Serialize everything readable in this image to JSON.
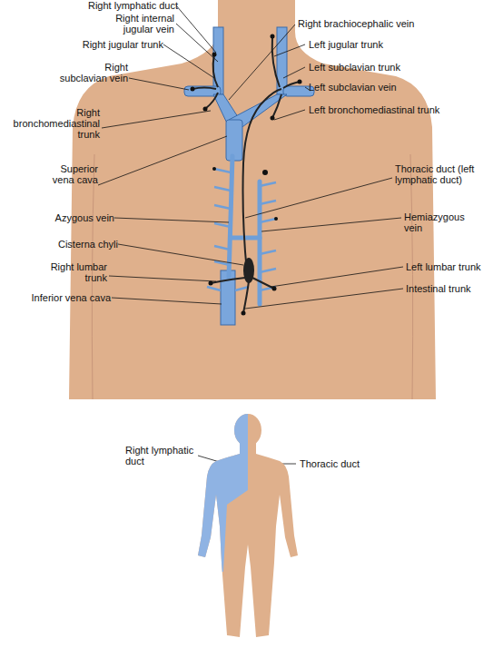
{
  "diagram": {
    "labels": [
      "Right lymphatic duct",
      "Right internal jugular vein",
      "Right jugular trunk",
      "Right subclavian vein",
      "Right bronchomediastinal trunk",
      "Superior vena cava",
      "Azygous vein",
      "Cisterna chyli",
      "Right lumbar trunk",
      "Inferior vena cava",
      "Right brachiocephalic vein",
      "Left jugular trunk",
      "Left subclavian trunk",
      "Left subclavian vein",
      "Left bronchomediastinal trunk",
      "Thoracic duct (left lymphatic duct)",
      "Hemiazygous vein",
      "Left lumbar trunk",
      "Intestinal trunk",
      "Right lymphatic duct",
      "Thoracic duct"
    ]
  }
}
